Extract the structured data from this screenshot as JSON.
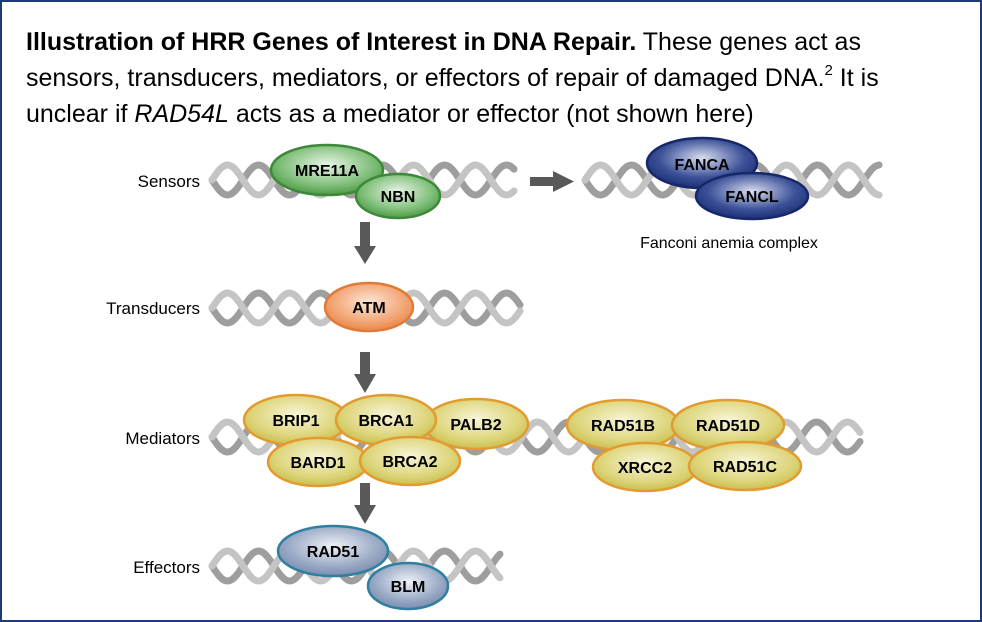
{
  "caption": {
    "title": "Illustration of HRR Genes of Interest in DNA Repair.",
    "text_1": " These genes act as sensors, transducers, mediators, or effectors of repair of damaged DNA.",
    "ref": "2",
    "text_2": " It is unclear if ",
    "gene_italic": "RAD54L",
    "text_3": " acts as a mediator or effector (not shown here)"
  },
  "rows": {
    "sensors": "Sensors",
    "transducers": "Transducers",
    "mediators": "Mediators",
    "effectors": "Effectors"
  },
  "genes": {
    "mre11a": "MRE11A",
    "nbn": "NBN",
    "fanca": "FANCA",
    "fancl": "FANCL",
    "atm": "ATM",
    "brip1": "BRIP1",
    "brca1": "BRCA1",
    "palb2": "PALB2",
    "bard1": "BARD1",
    "brca2": "BRCA2",
    "rad51b": "RAD51B",
    "rad51d": "RAD51D",
    "xrcc2": "XRCC2",
    "rad51c": "RAD51C",
    "rad51": "RAD51",
    "blm": "BLM"
  },
  "fanconi_label": "Fanconi anemia complex",
  "colors": {
    "border": "#1f3a7a",
    "dna": "#a6a6a6",
    "dna_dark": "#7f7f7f",
    "arrow": "#595959",
    "sensor_fill": "#5fa85a",
    "sensor_edge": "#3c8a38",
    "fanconi_fill": "#2a3f86",
    "fanconi_edge": "#17286a",
    "transducer_fill": "#f0a070",
    "transducer_edge": "#e07b35",
    "mediator_fill": "#d9d070",
    "mediator_edge": "#e39a2e",
    "effector_fill": "#8e9fbe",
    "effector_edge": "#2e7fa0"
  }
}
